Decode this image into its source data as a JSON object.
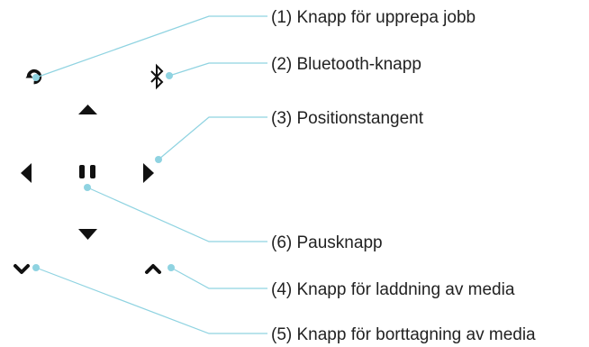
{
  "colors": {
    "icon": "#111111",
    "callout": "#8fd3e1",
    "text": "#222222"
  },
  "labels": {
    "repeat_job": "(1) Knapp för upprepa jobb",
    "bluetooth": "(2) Bluetooth-knapp",
    "position_keys": "(3) Positionstangent",
    "load_media": "(4) Knapp för laddning av media",
    "remove_media": "(5) Knapp för borttagning av media",
    "pause": "(6) Pausknapp"
  },
  "icons": {
    "repeat_job": "repeat-arrow-icon",
    "bluetooth": "bluetooth-icon",
    "up": "triangle-up-icon",
    "left": "triangle-left-icon",
    "right": "triangle-right-icon",
    "down": "triangle-down-icon",
    "pause": "pause-icon",
    "load_media": "chevron-up-icon",
    "remove_media": "chevron-down-icon"
  }
}
